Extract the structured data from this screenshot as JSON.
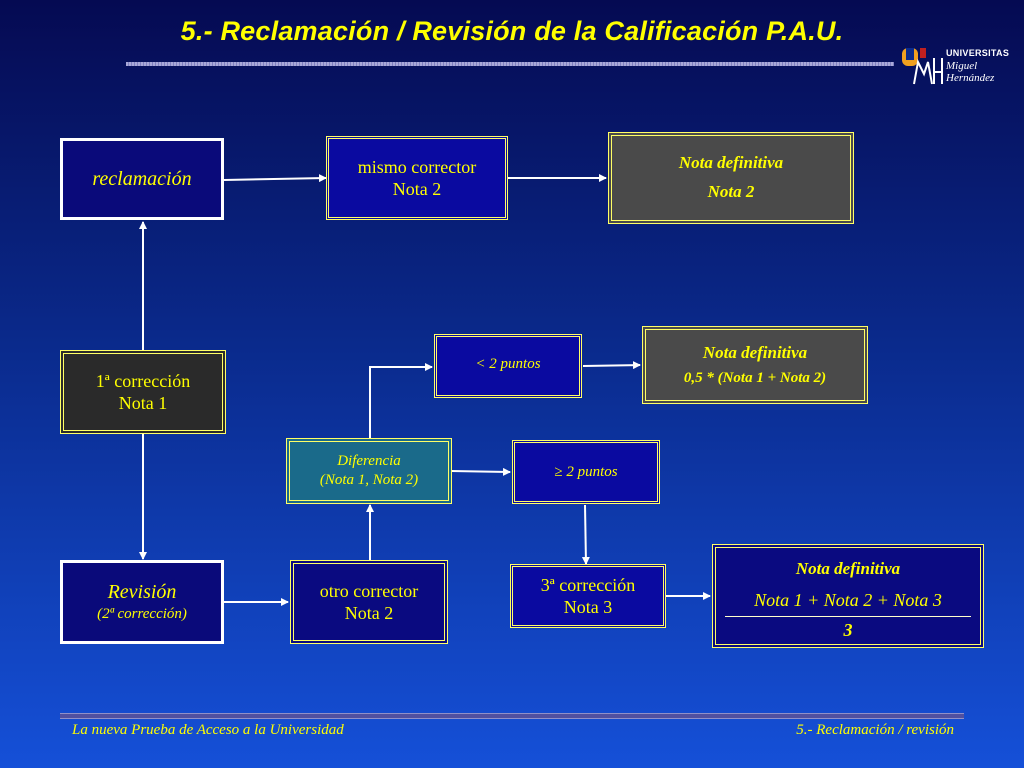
{
  "title": "5.-  Reclamación / Revisión de la Calificación P.A.U.",
  "logo": {
    "line1": "UNIVERSITAS",
    "line2": "Miguel",
    "line3": "Hernández"
  },
  "boxes": {
    "reclamacion": "reclamación",
    "mismo": {
      "line1": "mismo corrector",
      "line2": "Nota 2"
    },
    "nota_def_1": {
      "line1": "Nota definitiva",
      "line2": "Nota 2"
    },
    "primera": {
      "line1": "1ª corrección",
      "line2": "Nota 1"
    },
    "menos2": "< 2 puntos",
    "nota_def_2": {
      "line1": "Nota definitiva",
      "line2": "0,5 * (Nota 1 + Nota 2)"
    },
    "diferencia": {
      "line1": "Diferencia",
      "line2": "(Nota 1, Nota 2)"
    },
    "mas2": "≥  2 puntos",
    "revision": {
      "line1": "Revisión",
      "line2": "(2ª corrección)"
    },
    "otro": {
      "line1": "otro corrector",
      "line2": "Nota 2"
    },
    "tercera": {
      "line1": "3ª corrección",
      "line2": "Nota 3"
    },
    "nota_def_3": {
      "line1": "Nota definitiva",
      "numerator": "Nota  1 + Nota  2 + Nota  3",
      "denominator": "3"
    }
  },
  "footer": {
    "left": "La nueva Prueba de Acceso a la Universidad",
    "right": "5.-  Reclamación / revisión"
  },
  "colors": {
    "text": "#ffff00",
    "box_border": "#ffff66",
    "arrow": "#ffffff"
  }
}
